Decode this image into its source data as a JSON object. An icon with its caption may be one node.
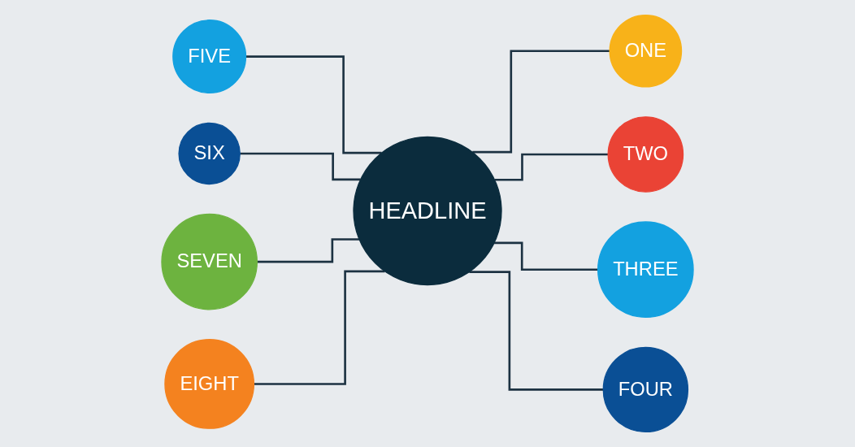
{
  "diagram": {
    "nodes": [
      {
        "text": [
          "HEADLINE"
        ]
      },
      {
        "text": [
          "ONE"
        ]
      },
      {
        "text": [
          "TWO"
        ]
      },
      {
        "text": [
          "THREE"
        ]
      },
      {
        "text": [
          "FOUR"
        ]
      },
      {
        "text": [
          "FIVE"
        ]
      },
      {
        "text": [
          "SIX"
        ]
      },
      {
        "text": [
          "SEVEN"
        ]
      },
      {
        "text": [
          "EIGHT"
        ]
      }
    ],
    "edges": [
      {
        "from": 0,
        "to": 1,
        "arrow": "none"
      },
      {
        "from": 0,
        "to": 2,
        "arrow": "none"
      },
      {
        "from": 0,
        "to": 3,
        "arrow": "none"
      },
      {
        "from": 0,
        "to": 4,
        "arrow": "none"
      },
      {
        "from": 5,
        "to": 0,
        "arrow": "none"
      },
      {
        "from": 6,
        "to": 0,
        "arrow": "none"
      },
      {
        "from": 7,
        "to": 0,
        "arrow": "none"
      },
      {
        "from": 8,
        "to": 0,
        "arrow": "none"
      }
    ]
  }
}
